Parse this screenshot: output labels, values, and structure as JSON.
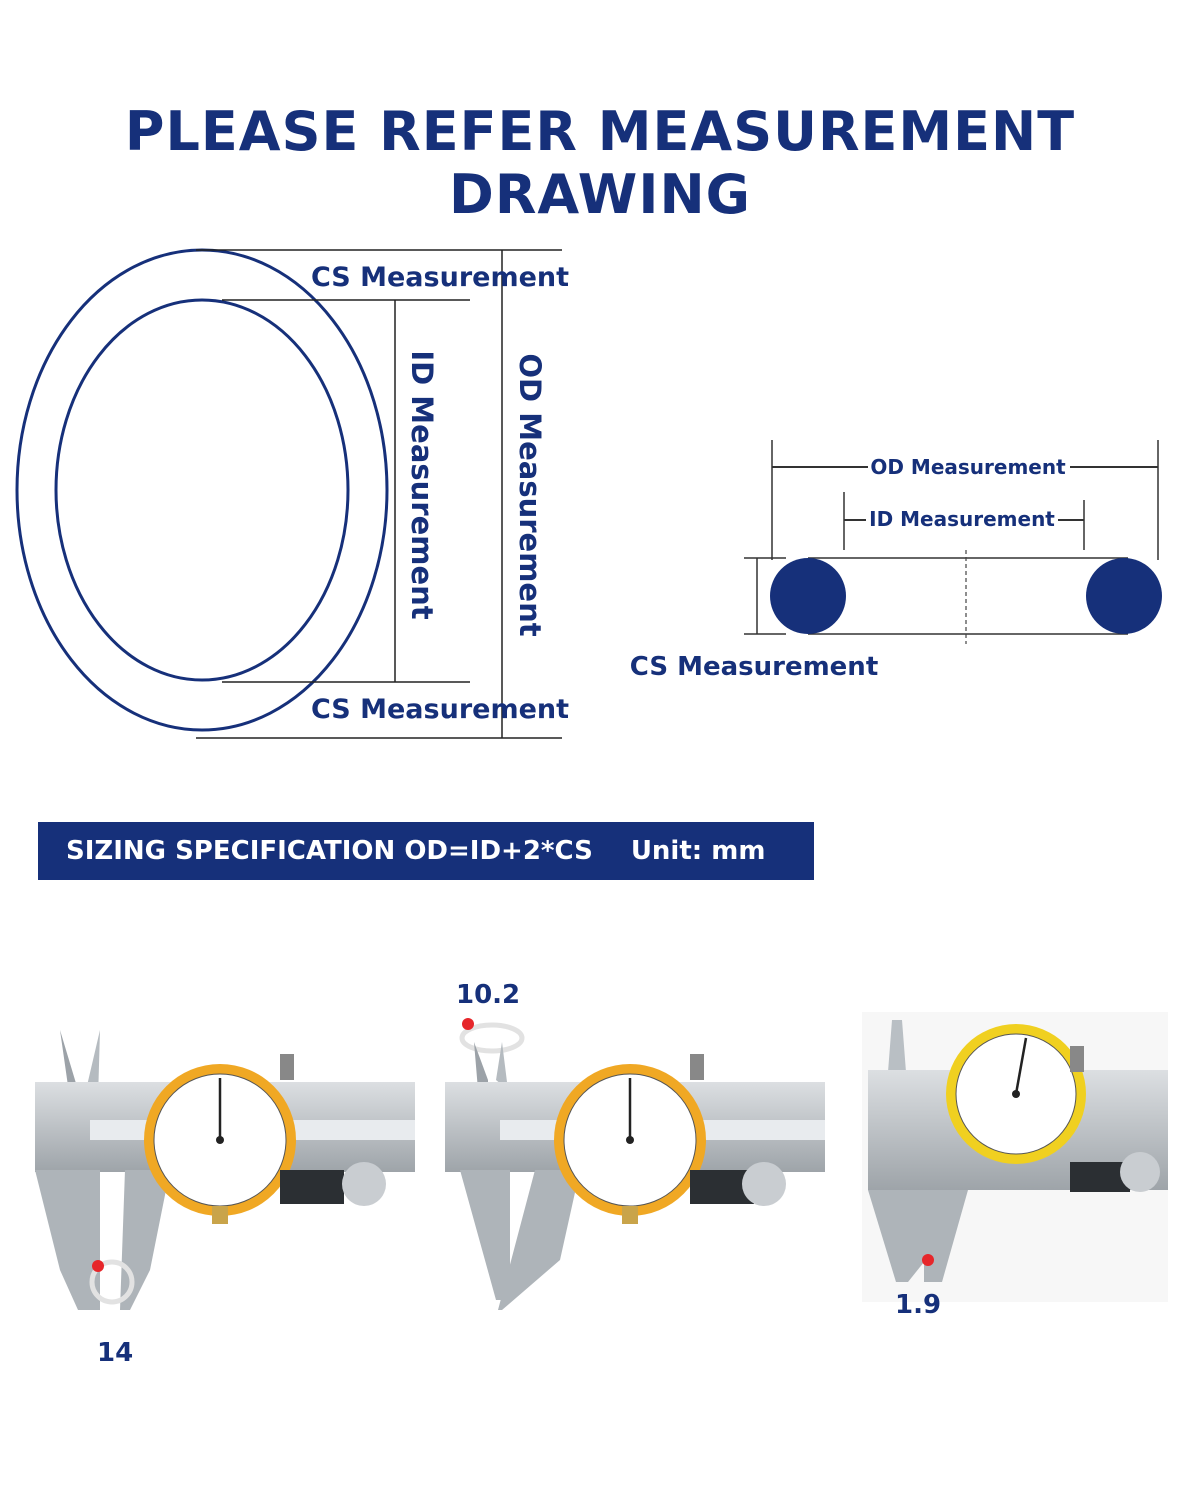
{
  "title": "PLEASE REFER MEASUREMENT DRAWING",
  "diagram_left": {
    "cs_label_top": "CS Measurement",
    "cs_label_bottom": "CS Measurement",
    "id_label": "ID Measurement",
    "od_label": "OD Measurement"
  },
  "diagram_right": {
    "od_label": "OD Measurement",
    "id_label": "ID Measurement",
    "cs_label": "CS Measurement"
  },
  "banner": {
    "spec": "SIZING SPECIFICATION OD=ID+2*CS",
    "unit": "Unit: mm"
  },
  "measurements": {
    "od_value": "14",
    "id_value": "10.2",
    "cs_value": "1.9"
  },
  "colors": {
    "navy": "#16307a",
    "red_dot": "#e6262a",
    "dial_rim": "#f0a824"
  }
}
